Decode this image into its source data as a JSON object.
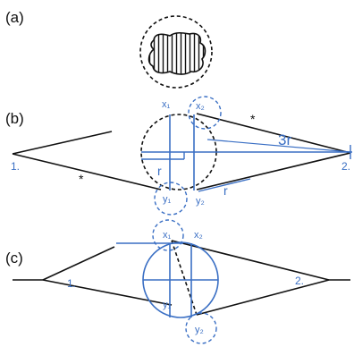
{
  "panels": {
    "a": {
      "label": "(a)"
    },
    "b": {
      "label": "(b)",
      "point_1": "1.",
      "point_2": "2.",
      "x1": "x₁",
      "x2": "x₂",
      "y1": "y₁",
      "y2": "y₂",
      "r": "r",
      "r_lower": "r",
      "three_r": "3r",
      "star_upper": "*",
      "star_lower": "*"
    },
    "c": {
      "label": "(c)",
      "point_1": "1.",
      "point_2": "2.",
      "x1": "x₁",
      "x2": "x₂",
      "y1": "y₁",
      "y2": "y₂"
    }
  },
  "colors": {
    "line": "#111111",
    "accent": "#3a6fc4"
  }
}
